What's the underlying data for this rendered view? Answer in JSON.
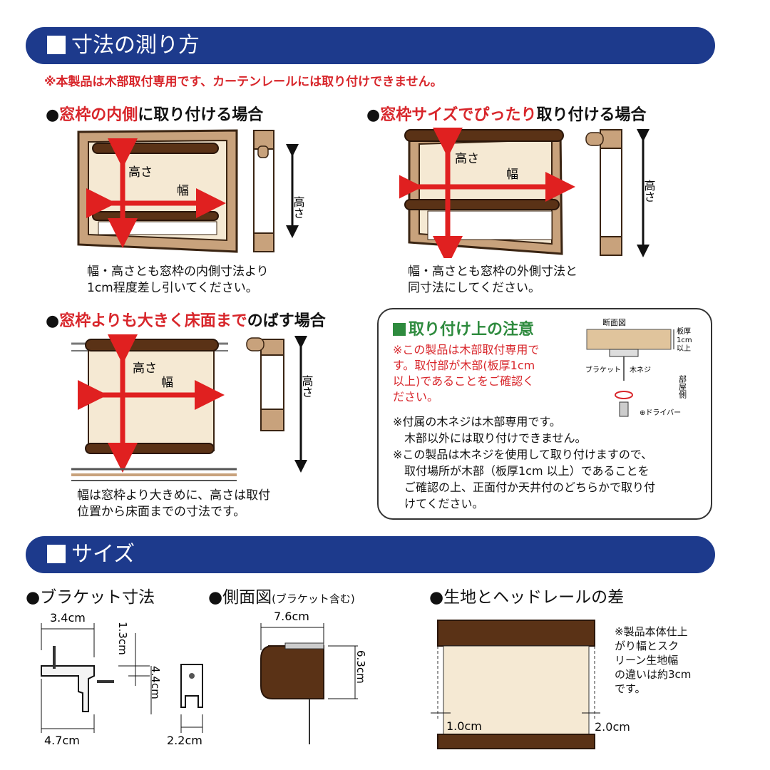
{
  "measure": {
    "banner": "寸法の測り方",
    "warning": "※本製品は木部取付専用です、カーテンレールには取り付けできません。",
    "case1": {
      "bullet": "●",
      "title_red": "窓枠の内側",
      "title_rest": "に取り付ける場合",
      "height_label": "高さ",
      "width_label": "幅",
      "side_height_label": "高さ",
      "note_line1": "幅・高さとも窓枠の内側寸法より",
      "note_line2": "1cm程度差し引いてください。"
    },
    "case2": {
      "bullet": "●",
      "title_red": "窓枠サイズでぴったり",
      "title_rest": "取り付ける場合",
      "height_label": "高さ",
      "width_label": "幅",
      "side_height_label": "高さ",
      "note_line1": "幅・高さとも窓枠の外側寸法と",
      "note_line2": "同寸法にしてください。"
    },
    "case3": {
      "bullet": "●",
      "title_red": "窓枠よりも大きく床面まで",
      "title_rest": "のばす場合",
      "height_label": "高さ",
      "width_label": "幅",
      "side_height_label": "高さ",
      "note_line1": "幅は窓枠より大きめに、高さは取付",
      "note_line2": "位置から床面までの寸法です。"
    },
    "notice": {
      "title": "取り付け上の注意",
      "red_line1": "※この製品は木部取付専用で",
      "red_line2": "す。取付部が木部(板厚1cm",
      "red_line3": "以上)であることをご確認く",
      "red_line4": "ださい。",
      "line1": "※付属の木ネジは木部専用です。",
      "line2": "木部以外には取り付けできません。",
      "line3": "※この製品は木ネジを使用して取り付けますので、",
      "line4": "取付場所が木部（板厚1cm 以上）であることを",
      "line5": "ご確認の上、正面付か天井付のどちらかで取り付",
      "line6": "けてください。",
      "diagram": {
        "title": "断面図",
        "thickness_1": "板厚",
        "thickness_2": "1cm",
        "thickness_3": "以上",
        "bracket": "ブラケット",
        "screw": "木ネジ",
        "room_side": "部屋側",
        "driver": "⊕ドライバー"
      }
    }
  },
  "size": {
    "banner": "サイズ",
    "bracket": {
      "title": "●ブラケット寸法",
      "dim_top": "3.4cm",
      "dim_right_top": "1.3cm",
      "dim_right": "4.4cm",
      "dim_bottom": "4.7cm",
      "dim_clip": "2.2cm"
    },
    "side": {
      "title": "●側面図",
      "title_small": "(ブラケット含む)",
      "dim_top": "7.6cm",
      "dim_right": "6.3cm"
    },
    "diff": {
      "title": "●生地とヘッドレールの差",
      "dim_left": "1.0cm",
      "dim_right": "2.0cm",
      "note": [
        "※製品本体仕上",
        "がり幅とスク",
        "リーン生地幅",
        "の違いは約3cm",
        "です。"
      ]
    }
  }
}
